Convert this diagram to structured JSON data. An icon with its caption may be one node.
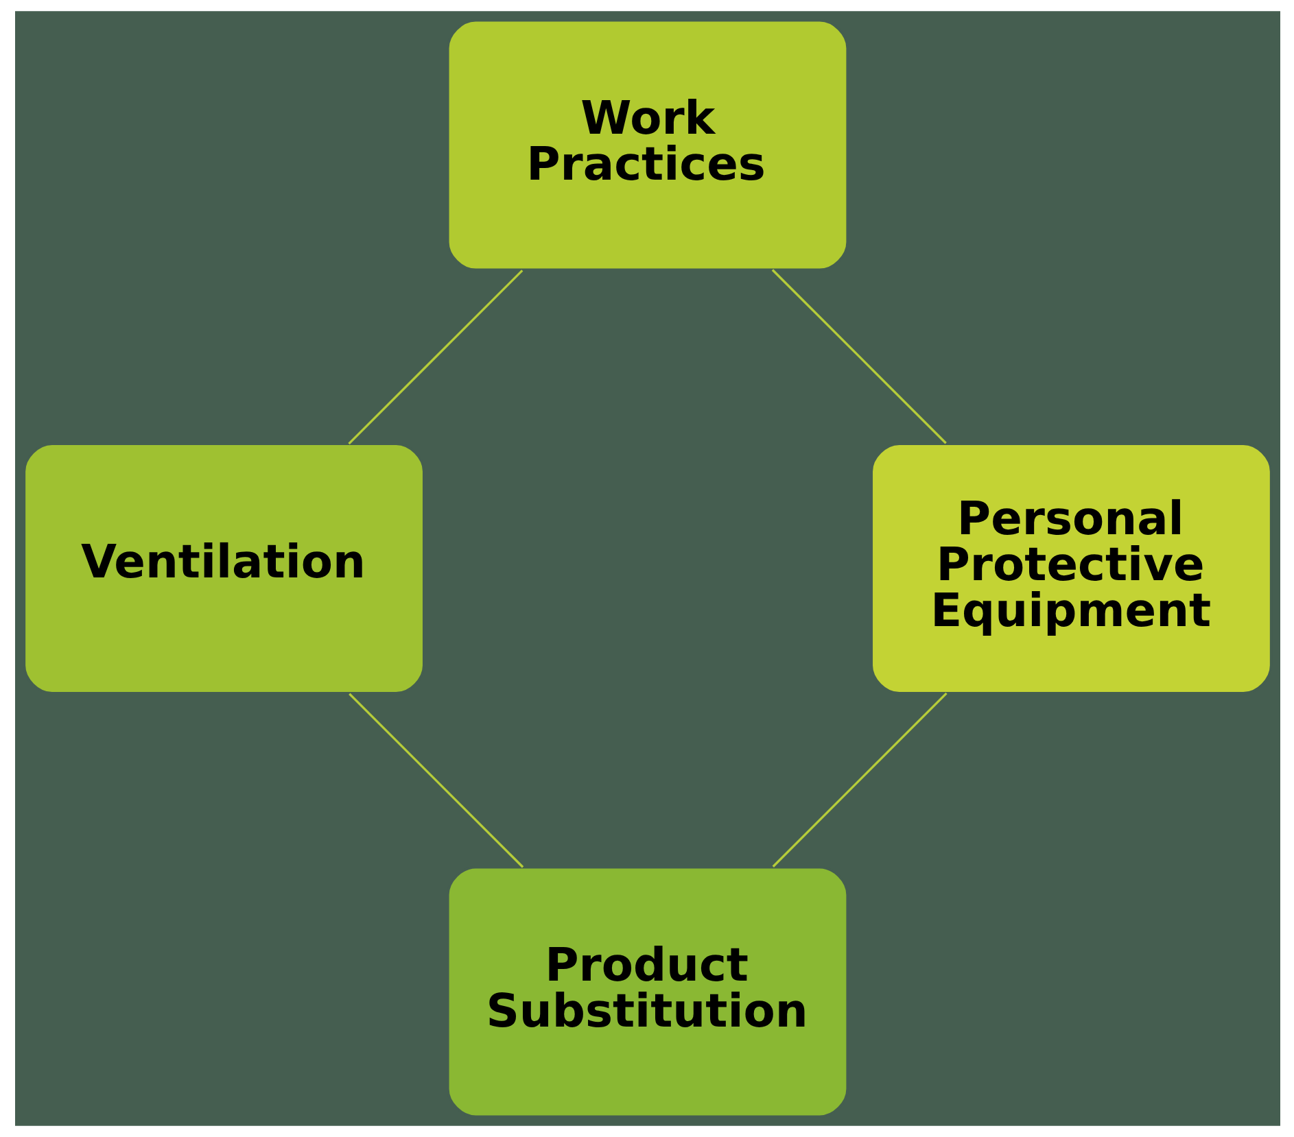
{
  "diagram": {
    "nodes": [
      {
        "text": [
          "Product Substitution"
        ]
      },
      {
        "text": [
          "Personal Protective Equipment"
        ]
      },
      {
        "text": [
          "Ventilation"
        ]
      },
      {
        "text": [
          "Work Practices"
        ]
      }
    ],
    "edges": [
      {
        "from": 0,
        "to": 2,
        "arrow": "none"
      },
      {
        "from": 2,
        "to": 3,
        "arrow": "none"
      },
      {
        "from": 3,
        "to": 1,
        "arrow": "none"
      },
      {
        "from": 1,
        "to": 0,
        "arrow": "none"
      }
    ]
  }
}
